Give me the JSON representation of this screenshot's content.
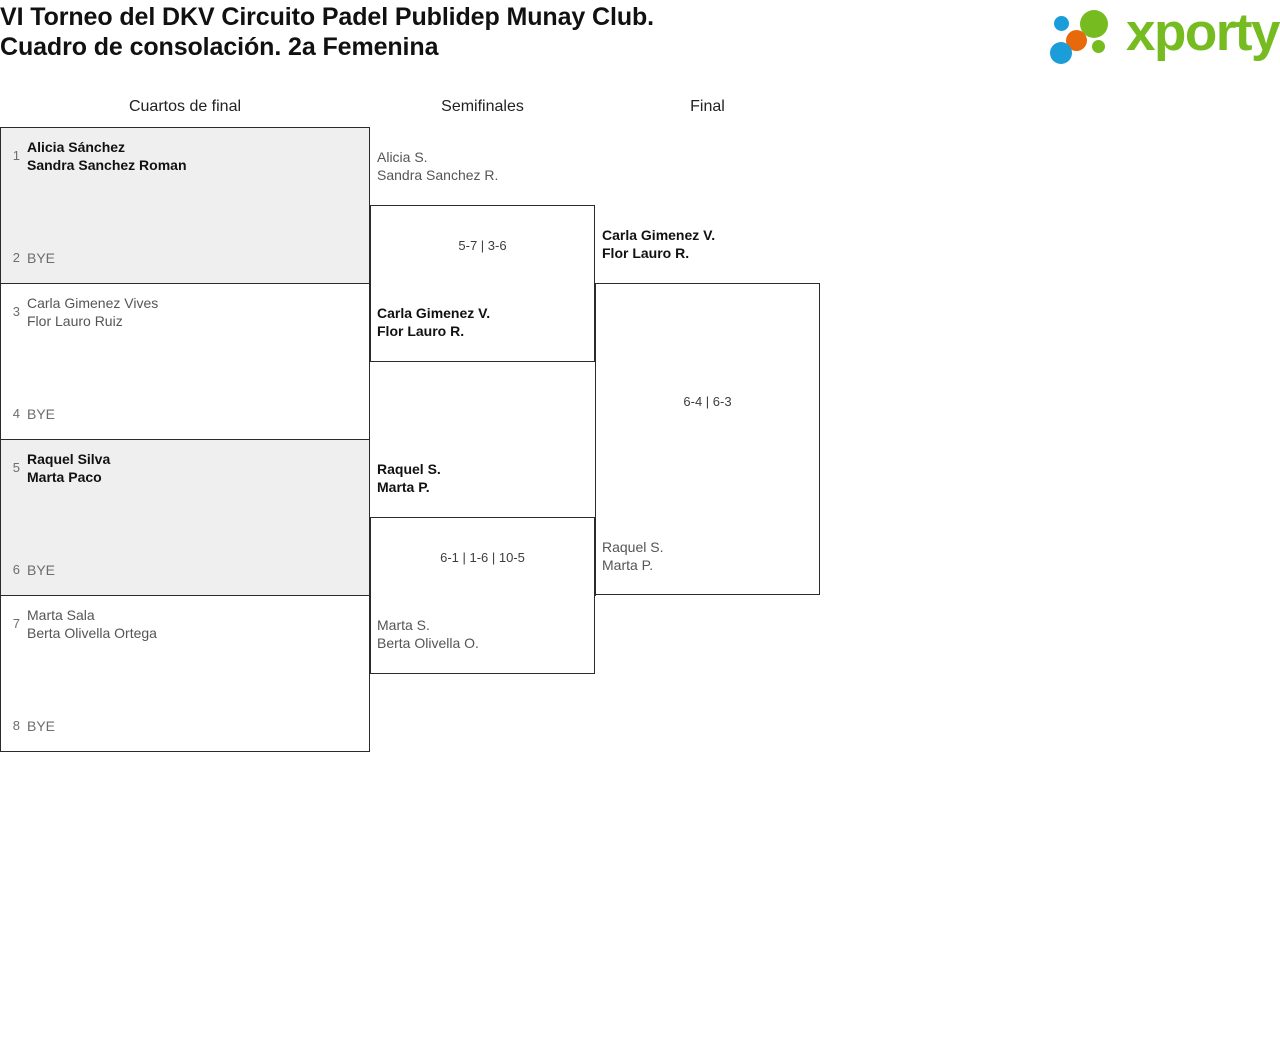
{
  "header": {
    "title": "VI Torneo del DKV Circuito Padel Publidep Munay Club.\nCuadro de consolación. 2a Femenina",
    "logo": {
      "word": "xporty",
      "green": "#76bc21",
      "orange": "#e8690b",
      "blue": "#1b9dd9"
    }
  },
  "rounds": [
    {
      "label": "Cuartos de final"
    },
    {
      "label": "Semifinales"
    },
    {
      "label": "Final"
    }
  ],
  "quarterfinals": [
    {
      "shaded": true,
      "top": {
        "seed": "1",
        "team": "Alicia Sánchez\nSandra Sanchez Roman",
        "state": "win"
      },
      "bottom": {
        "seed": "2",
        "team": "BYE",
        "state": "bye"
      }
    },
    {
      "shaded": false,
      "top": {
        "seed": "3",
        "team": "Carla Gimenez Vives\nFlor Lauro Ruiz",
        "state": "lose"
      },
      "bottom": {
        "seed": "4",
        "team": "BYE",
        "state": "bye"
      }
    },
    {
      "shaded": true,
      "top": {
        "seed": "5",
        "team": "Raquel Silva\nMarta Paco",
        "state": "win"
      },
      "bottom": {
        "seed": "6",
        "team": "BYE",
        "state": "bye"
      }
    },
    {
      "shaded": false,
      "top": {
        "seed": "7",
        "team": "Marta Sala\nBerta Olivella Ortega",
        "state": "lose"
      },
      "bottom": {
        "seed": "8",
        "team": "BYE",
        "state": "bye"
      }
    }
  ],
  "semifinals": [
    {
      "top": {
        "team": "Alicia S.\nSandra Sanchez R.",
        "state": "lose"
      },
      "bottom": {
        "team": "Carla Gimenez V.\nFlor Lauro R.",
        "state": "win"
      },
      "score": "5-7 | 3-6"
    },
    {
      "top": {
        "team": "Raquel S.\nMarta P.",
        "state": "win"
      },
      "bottom": {
        "team": "Marta S.\nBerta Olivella O.",
        "state": "lose"
      },
      "score": "6-1 | 1-6 | 10-5"
    }
  ],
  "final": {
    "top": {
      "team": "Carla Gimenez V.\nFlor Lauro R.",
      "state": "win"
    },
    "bottom": {
      "team": "Raquel S.\nMarta P.",
      "state": "lose"
    },
    "score": "6-4 | 6-3"
  }
}
